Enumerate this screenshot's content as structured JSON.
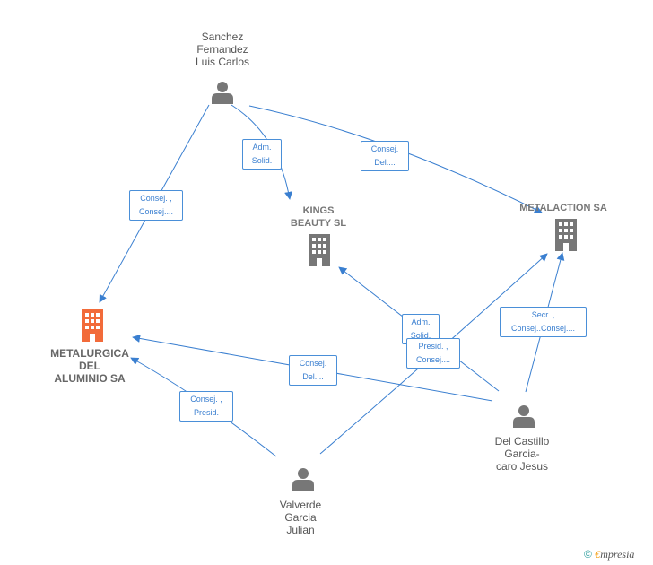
{
  "nodes": {
    "sanchez": {
      "label": "Sanchez\nFernandez\nLuis Carlos",
      "kind": "person"
    },
    "kings": {
      "label": "KINGS\nBEAUTY SL",
      "kind": "company"
    },
    "metalaction": {
      "label": "METALACTION SA",
      "kind": "company"
    },
    "metalurgica": {
      "label": "METALURGICA\nDEL\nALUMINIO SA",
      "kind": "company-focus"
    },
    "delcastillo": {
      "label": "Del Castillo\nGarcia-\ncaro Jesus",
      "kind": "person"
    },
    "valverde": {
      "label": "Valverde\nGarcia\nJulian",
      "kind": "person"
    }
  },
  "edges": [
    {
      "from": "sanchez",
      "to": "metalurgica",
      "label": "Consej. ,\nConsej...."
    },
    {
      "from": "sanchez",
      "to": "kings",
      "label": "Adm.\nSolid."
    },
    {
      "from": "sanchez",
      "to": "metalaction",
      "label": "Consej.\nDel...."
    },
    {
      "from": "delcastillo",
      "to": "metalaction",
      "label": "Secr. ,\nConsej..Consej...."
    },
    {
      "from": "delcastillo",
      "to": "kings",
      "label": "Adm.\nSolid."
    },
    {
      "from": "delcastillo",
      "to": "metalurgica",
      "label": "Consej.\nDel...."
    },
    {
      "from": "valverde",
      "to": "metalurgica",
      "label": "Consej. ,\nPresid."
    },
    {
      "from": "valverde",
      "to": "metalaction",
      "label": "Presid. ,\nConsej...."
    }
  ],
  "colors": {
    "edge": "#3a7fd0",
    "person_icon": "#777777",
    "company_icon": "#777777",
    "focus_company_icon": "#f26b3a"
  },
  "footer": {
    "copyright": "©",
    "brand_first": "€",
    "brand_rest": "mpresia"
  }
}
